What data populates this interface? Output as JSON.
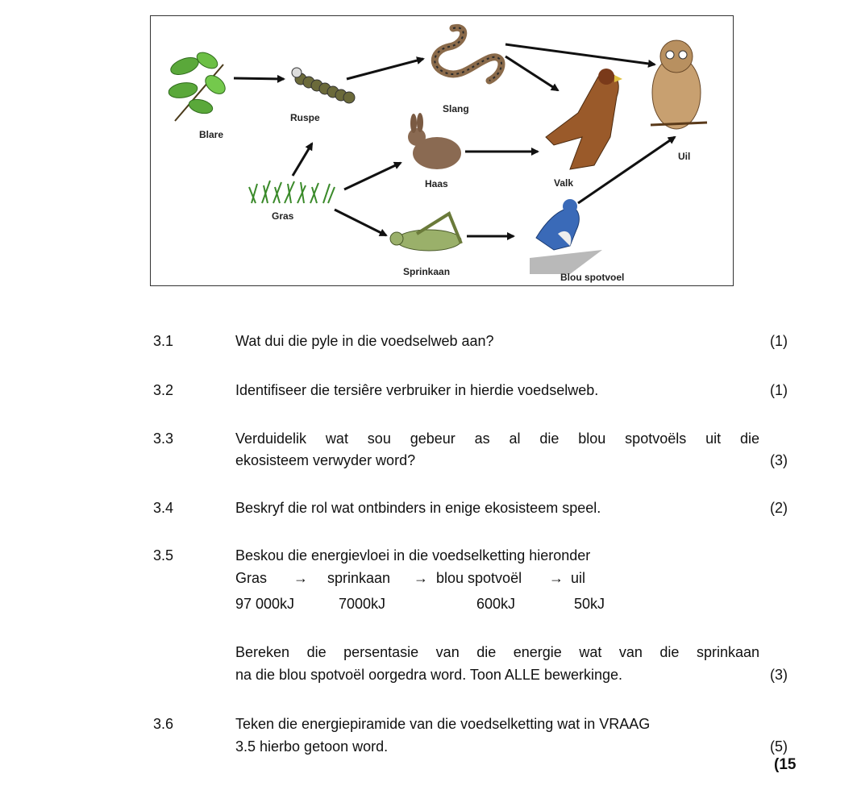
{
  "diagram": {
    "labels": {
      "blare": "Blare",
      "ruspe": "Ruspe",
      "slang": "Slang",
      "haas": "Haas",
      "gras": "Gras",
      "sprinkaan": "Sprinkaan",
      "valk": "Valk",
      "uil": "Uil",
      "blou_spotvoel": "Blou spotvoel"
    }
  },
  "questions": [
    {
      "number": "3.1",
      "lines": [
        "Wat dui die pyle in die voedselweb aan?"
      ],
      "marks": "(1)"
    },
    {
      "number": "3.2",
      "lines": [
        "Identifiseer die tersiêre verbruiker in hierdie voedselweb."
      ],
      "marks": "(1)"
    },
    {
      "number": "3.3",
      "lines": [
        "Verduidelik wat sou gebeur as al die blou spotvoëls uit die",
        "ekosisteem verwyder word?"
      ],
      "marks": "(3)"
    },
    {
      "number": "3.4",
      "lines": [
        "Beskryf die rol wat ontbinders in enige ekosisteem speel."
      ],
      "marks": "(2)"
    },
    {
      "number": "3.5",
      "lines": [
        "Beskou die energievloei in die voedselketting hieronder"
      ],
      "marks": ""
    },
    {
      "number": "3.6",
      "lines": [
        "Teken die energiepiramide van die voedselketting wat in VRAAG",
        "3.5 hierbo getoon word."
      ],
      "marks": "(5)"
    }
  ],
  "chain": {
    "gras": "Gras",
    "arrow": "→",
    "sprinkaan": "sprinkaan",
    "blou_spotvoel": "blou spotvoël",
    "uil": "uil",
    "energy": [
      "97 000kJ",
      "7000kJ",
      "600kJ",
      "50kJ"
    ]
  },
  "q35_calc": {
    "lines": [
      "Bereken die persentasie van die energie wat van die sprinkaan",
      "na die blou spotvoël oorgedra word. Toon ALLE bewerkinge."
    ],
    "marks": "(3)"
  },
  "total": "(15"
}
